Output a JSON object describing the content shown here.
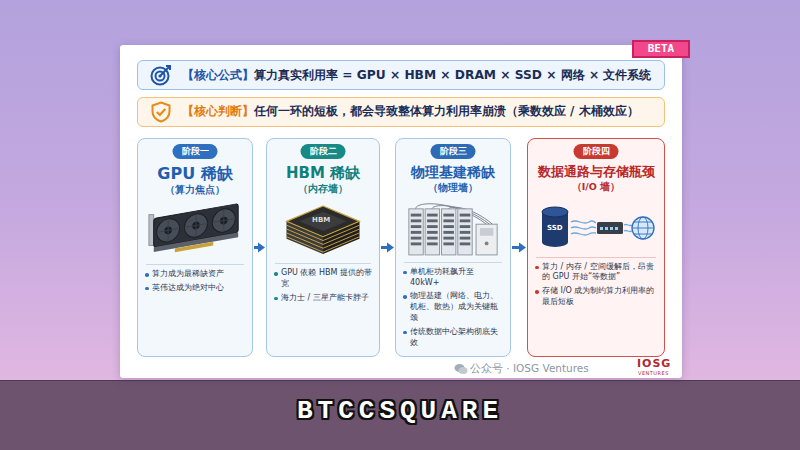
{
  "diagram": {
    "nodes": [
      {
        "text": [
          "【核心公式】",
          "算力真实利用率 = GPU × HBM × DRAM × SSD × 网络 × 文件系统"
        ]
      },
      {
        "text": [
          "【核心判断】",
          "任何一环的短板，都会导致整体算力利用率崩溃（乘数效应 / 木桶效应）"
        ]
      },
      {
        "text": [
          "GPU 稀缺",
          "（算力焦点）",
          "算力成为最稀缺资产",
          "英伟达成为绝对中心"
        ]
      },
      {
        "text": [
          "阶段一"
        ],
        "in": 2
      },
      {
        "text": [
          "HBM 稀缺",
          "（内存墙）",
          "GPU 依赖 HBM 提供的带宽",
          "海力士 / 三星产能卡脖子"
        ]
      },
      {
        "text": [
          "阶段二"
        ],
        "in": 4
      },
      {
        "text": [
          "物理基建稀缺",
          "（物理墙）",
          "单机柜功耗飙升至 40kW+",
          "物理基建（网络、电力、机柜、散热）成为关键瓶颈",
          "传统数据中心架构彻底失效"
        ]
      },
      {
        "text": [
          "阶段三"
        ],
        "in": 6
      },
      {
        "text": [
          "数据通路与存储瓶颈",
          "（I/O 墙）",
          "算力 / 内存 / 空间缓解后，昂贵的 GPU 开始“等数据”",
          "存储 I/O 成为制约算力利用率的最后短板"
        ]
      },
      {
        "text": [
          "阶段四"
        ],
        "in": 8
      }
    ],
    "edges": [
      {
        "from": 2,
        "to": 4,
        "arrow": "to"
      },
      {
        "from": 4,
        "to": 6,
        "arrow": "to"
      },
      {
        "from": 6,
        "to": 8,
        "arrow": "to"
      }
    ],
    "labels": [
      "BETA",
      "HBM",
      "SSD",
      "公众号 · IOSG Ventures",
      "IOSG",
      "VENTURES",
      "BTCCSQUARE"
    ]
  }
}
